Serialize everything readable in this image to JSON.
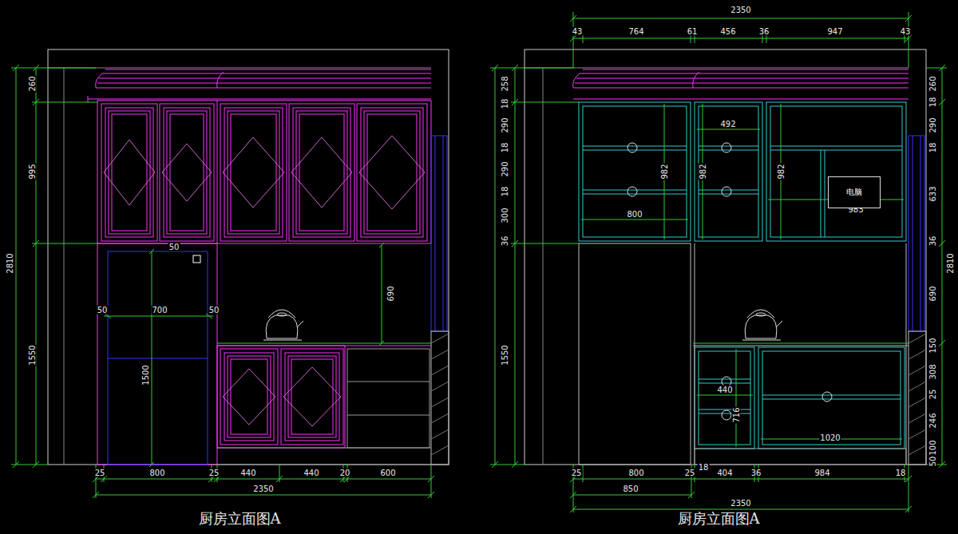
{
  "diagram": {
    "nodes": [
      {
        "text": [
          "电脑"
        ]
      }
    ],
    "labels": [
      "260",
      "995",
      "1550",
      "2810",
      "50",
      "50",
      "700",
      "50",
      "1500",
      "690",
      "25",
      "800",
      "25",
      "440",
      "440",
      "20",
      "600",
      "2350",
      "厨房立面图A",
      "2350",
      "43",
      "764",
      "61",
      "456",
      "36",
      "947",
      "43",
      "258",
      "18",
      "290",
      "18",
      "290",
      "18",
      "300",
      "36",
      "1550",
      "982",
      "492",
      "982",
      "982",
      "800",
      "983",
      "440",
      "716",
      "1020",
      "260",
      "18",
      "290",
      "18",
      "633",
      "36",
      "690",
      "150",
      "308",
      "25",
      "246",
      "100",
      "50",
      "2810",
      "25",
      "800",
      "25",
      "18",
      "404",
      "36",
      "984",
      "18",
      "850",
      "2350",
      "厨房立面图A"
    ]
  }
}
